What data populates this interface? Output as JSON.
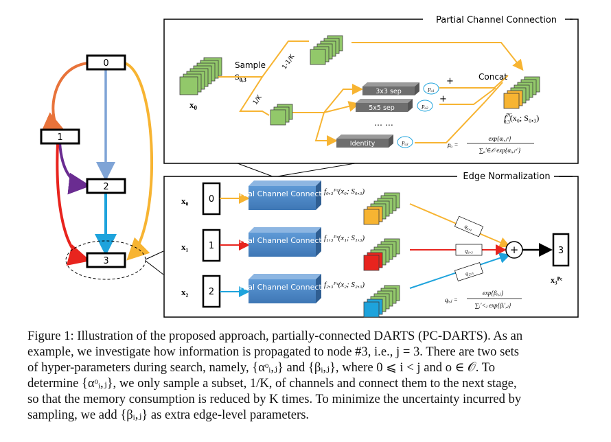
{
  "graph": {
    "nodes": [
      "0",
      "1",
      "2",
      "3"
    ]
  },
  "pc_panel": {
    "title": "Partial Channel Connection",
    "input_label": "x",
    "input_sub": "0",
    "sample_label": "Sample",
    "sample_sym": "S",
    "sample_sub": "0,3",
    "ratio_top": "1-1/K",
    "ratio_bottom": "1/K",
    "ops": [
      "3x3 sep",
      "5x5 sep",
      "Identity"
    ],
    "ellipsis": "…  …",
    "p_labels": [
      "p",
      "p",
      "p"
    ],
    "p_subs": [
      "o1",
      "o2",
      "o3"
    ],
    "plus": "+",
    "concat_label": "Concat",
    "output_f": "f",
    "output_sup": "PC",
    "output_sub": "0,3",
    "output_args": "(x",
    "output_args_full": "(x₀; S₀,₃)",
    "formula_lhs": "pₒ =",
    "formula_num": "exp{αᵢ,ⱼᵒ}",
    "formula_den": "∑ₒ′∈𝒪 exp{αᵢ,ⱼᵒ′}"
  },
  "en_panel": {
    "title": "Edge Normalization",
    "rows": [
      {
        "x_label": "x₀",
        "node": "0",
        "block": "Partial Channel Connection",
        "fout": "f₀,₃ᴾᶜ(x₀; S₀,₃)",
        "q": "q₀,₃"
      },
      {
        "x_label": "x₁",
        "node": "1",
        "block": "Partial Channel Connection",
        "fout": "f₁,₃ᴾᶜ(x₁; S₁,₃)",
        "q": "q₁,₃"
      },
      {
        "x_label": "x₂",
        "node": "2",
        "block": "Partial Channel Connection",
        "fout": "f₂,₃ᴾᶜ(x₂; S₂,₃)",
        "q": "q₂,₃"
      }
    ],
    "plus": "+",
    "out_node": "3",
    "out_label": "x₃ᴾᶜ",
    "formula_lhs": "qᵢ,ⱼ =",
    "formula_num": "exp{βᵢ,ⱼ}",
    "formula_den": "∑ᵢ′<ⱼ exp{βᵢ′,ⱼ}"
  },
  "colors": {
    "orange": "#F7B432",
    "red": "#E8241E",
    "blue": "#1EA3DC",
    "purple": "#6A2C91",
    "lightblue": "#7FA4D6",
    "darkorange": "#E8733A",
    "green": "#92C86A",
    "block_blue": "#4D88C4",
    "op_gray": "#6E6E6E"
  },
  "caption": {
    "lines": [
      "Figure 1: Illustration of the proposed approach, partially-connected DARTS (PC-DARTS). As an",
      "example, we investigate how information is propagated to node #3, i.e., j = 3. There are two sets",
      "of hyper-parameters during search, namely, {αᵒᵢ,ⱼ} and {βᵢ,ⱼ}, where 0 ⩽ i < j and o ∈ 𝒪. To",
      "determine {αᵒᵢ,ⱼ}, we only sample a subset, 1/K, of channels and connect them to the next stage,",
      "so that the memory consumption is reduced by K times. To minimize the uncertainty incurred by",
      "sampling, we add {βᵢ,ⱼ} as extra edge-level parameters."
    ]
  }
}
